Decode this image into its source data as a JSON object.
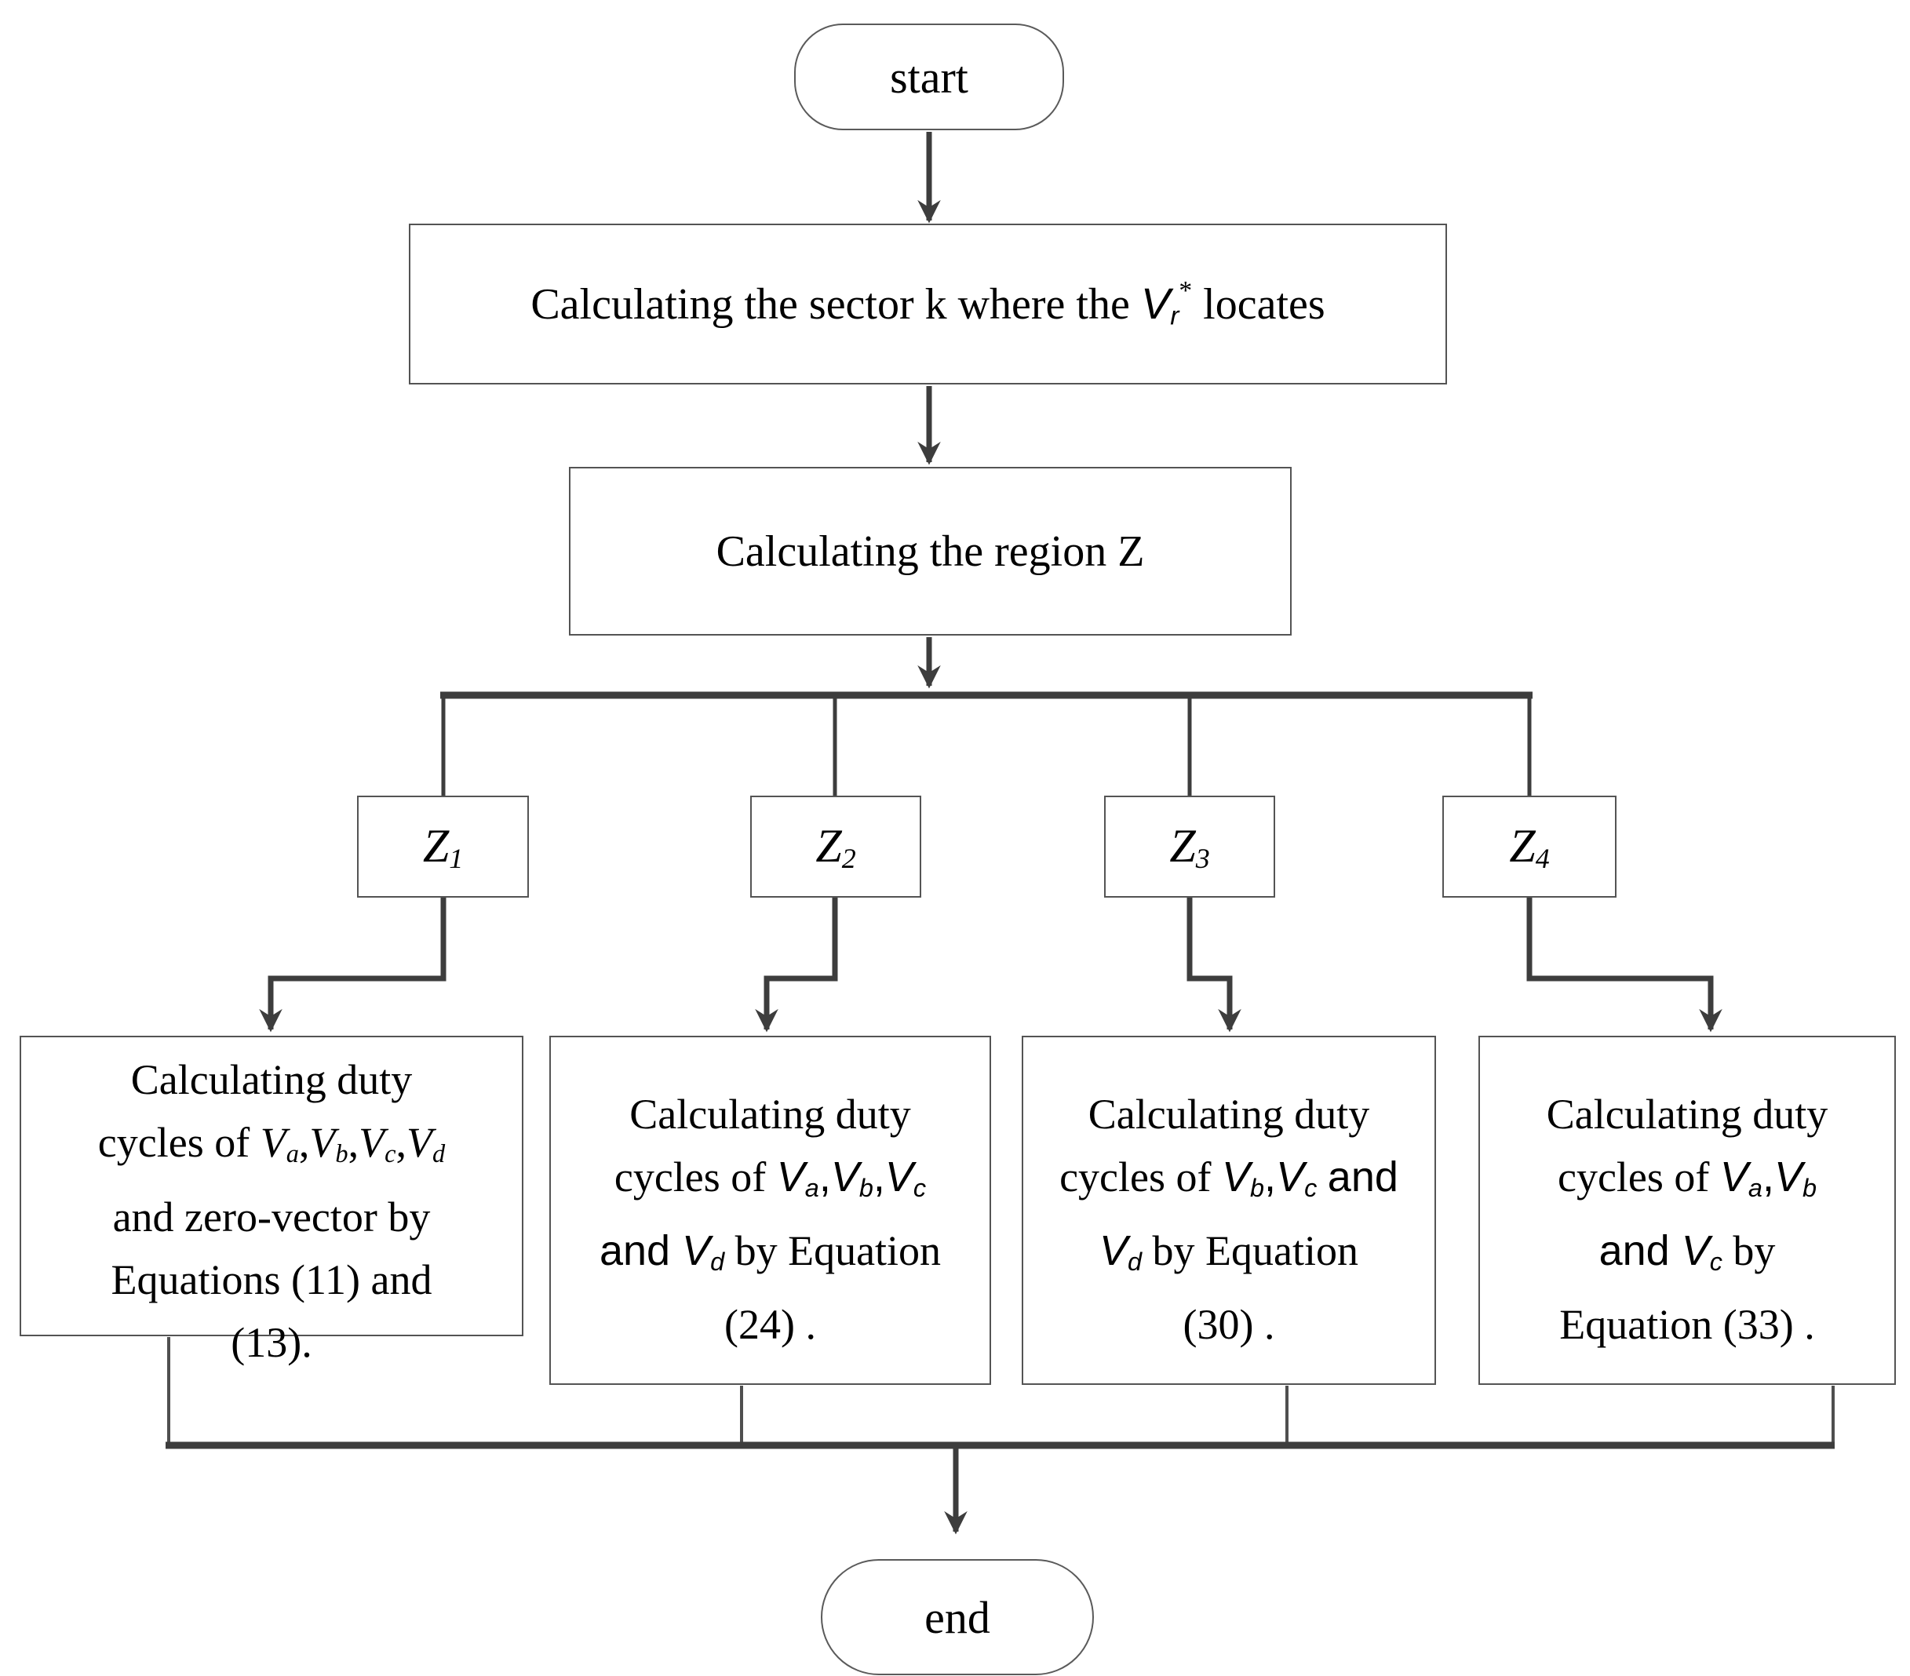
{
  "palette": {
    "line": "#3d3d3d",
    "thin_line": "#4f4f4f",
    "box_border": "#545454",
    "text": "#000000",
    "background": "#ffffff"
  },
  "nodes": {
    "start": {
      "label": "start"
    },
    "end": {
      "label": "end"
    },
    "sector": {
      "rich": [
        {
          "t": "Calculating the sector k where the ",
          "s": "r"
        },
        {
          "t": "V",
          "s": "i"
        },
        {
          "t": "r",
          "s": "is"
        },
        {
          "t": "*",
          "s": "sup"
        },
        {
          "t": " locates",
          "s": "r"
        }
      ]
    },
    "region": {
      "rich": [
        {
          "t": "Calculating the region Z",
          "s": "r"
        }
      ]
    },
    "z1": {
      "rich": [
        {
          "t": "Z",
          "s": "ri"
        },
        {
          "t": "1",
          "s": "ris"
        }
      ]
    },
    "z2": {
      "rich": [
        {
          "t": "Z",
          "s": "ri"
        },
        {
          "t": "2",
          "s": "ris"
        }
      ]
    },
    "z3": {
      "rich": [
        {
          "t": "Z",
          "s": "ri"
        },
        {
          "t": "3",
          "s": "ris"
        }
      ]
    },
    "z4": {
      "rich": [
        {
          "t": "Z",
          "s": "ri"
        },
        {
          "t": "4",
          "s": "ris"
        }
      ]
    },
    "duty1": {
      "rich": [
        {
          "t": "Calculating duty",
          "s": "r"
        },
        {
          "t": "",
          "s": "br"
        },
        {
          "t": "cycles of ",
          "s": "r"
        },
        {
          "t": "V",
          "s": "ri"
        },
        {
          "t": "a",
          "s": "ris"
        },
        {
          "t": ",",
          "s": "r"
        },
        {
          "t": "V",
          "s": "ri"
        },
        {
          "t": "b",
          "s": "ris"
        },
        {
          "t": ",",
          "s": "r"
        },
        {
          "t": "V",
          "s": "ri"
        },
        {
          "t": "c",
          "s": "ris"
        },
        {
          "t": ",",
          "s": "r"
        },
        {
          "t": "V",
          "s": "ri"
        },
        {
          "t": "d",
          "s": "ris"
        },
        {
          "t": "",
          "s": "br"
        },
        {
          "t": "and zero-vector by",
          "s": "r"
        },
        {
          "t": "",
          "s": "br"
        },
        {
          "t": "Equations (11) and",
          "s": "r"
        },
        {
          "t": "",
          "s": "br"
        },
        {
          "t": "(13).",
          "s": "r"
        }
      ]
    },
    "duty2": {
      "rich": [
        {
          "t": "Calculating duty",
          "s": "r"
        },
        {
          "t": "",
          "s": "br"
        },
        {
          "t": "cycles of ",
          "s": "r"
        },
        {
          "t": "V",
          "s": "i"
        },
        {
          "t": "a",
          "s": "is"
        },
        {
          "t": ",",
          "s": "a"
        },
        {
          "t": "V",
          "s": "i"
        },
        {
          "t": "b",
          "s": "is"
        },
        {
          "t": ",",
          "s": "a"
        },
        {
          "t": "V",
          "s": "i"
        },
        {
          "t": "c",
          "s": "is"
        },
        {
          "t": "",
          "s": "br"
        },
        {
          "t": "and ",
          "s": "a"
        },
        {
          "t": "V",
          "s": "i"
        },
        {
          "t": "d",
          "s": "is"
        },
        {
          "t": " by Equation",
          "s": "r"
        },
        {
          "t": "",
          "s": "br"
        },
        {
          "t": "(24) .",
          "s": "r"
        }
      ]
    },
    "duty3": {
      "rich": [
        {
          "t": "Calculating duty",
          "s": "r"
        },
        {
          "t": "",
          "s": "br"
        },
        {
          "t": "cycles of ",
          "s": "r"
        },
        {
          "t": "V",
          "s": "i"
        },
        {
          "t": "b",
          "s": "is"
        },
        {
          "t": ",",
          "s": "a"
        },
        {
          "t": "V",
          "s": "i"
        },
        {
          "t": "c",
          "s": "is"
        },
        {
          "t": " ",
          "s": "r"
        },
        {
          "t": "and",
          "s": "a"
        },
        {
          "t": "",
          "s": "br"
        },
        {
          "t": "V",
          "s": "i"
        },
        {
          "t": "d",
          "s": "is"
        },
        {
          "t": "  by Equation",
          "s": "r"
        },
        {
          "t": "",
          "s": "br"
        },
        {
          "t": "(30) .",
          "s": "r"
        }
      ]
    },
    "duty4": {
      "rich": [
        {
          "t": "Calculating duty",
          "s": "r"
        },
        {
          "t": "",
          "s": "br"
        },
        {
          "t": "cycles of ",
          "s": "r"
        },
        {
          "t": "V",
          "s": "i"
        },
        {
          "t": "a",
          "s": "is"
        },
        {
          "t": ",",
          "s": "a"
        },
        {
          "t": "V",
          "s": "i"
        },
        {
          "t": "b",
          "s": "is"
        },
        {
          "t": "",
          "s": "br"
        },
        {
          "t": "and ",
          "s": "a"
        },
        {
          "t": "V",
          "s": "i"
        },
        {
          "t": "c",
          "s": "is"
        },
        {
          "t": " by",
          "s": "r"
        },
        {
          "t": "",
          "s": "br"
        },
        {
          "t": "Equation (33) .",
          "s": "r"
        }
      ]
    }
  }
}
